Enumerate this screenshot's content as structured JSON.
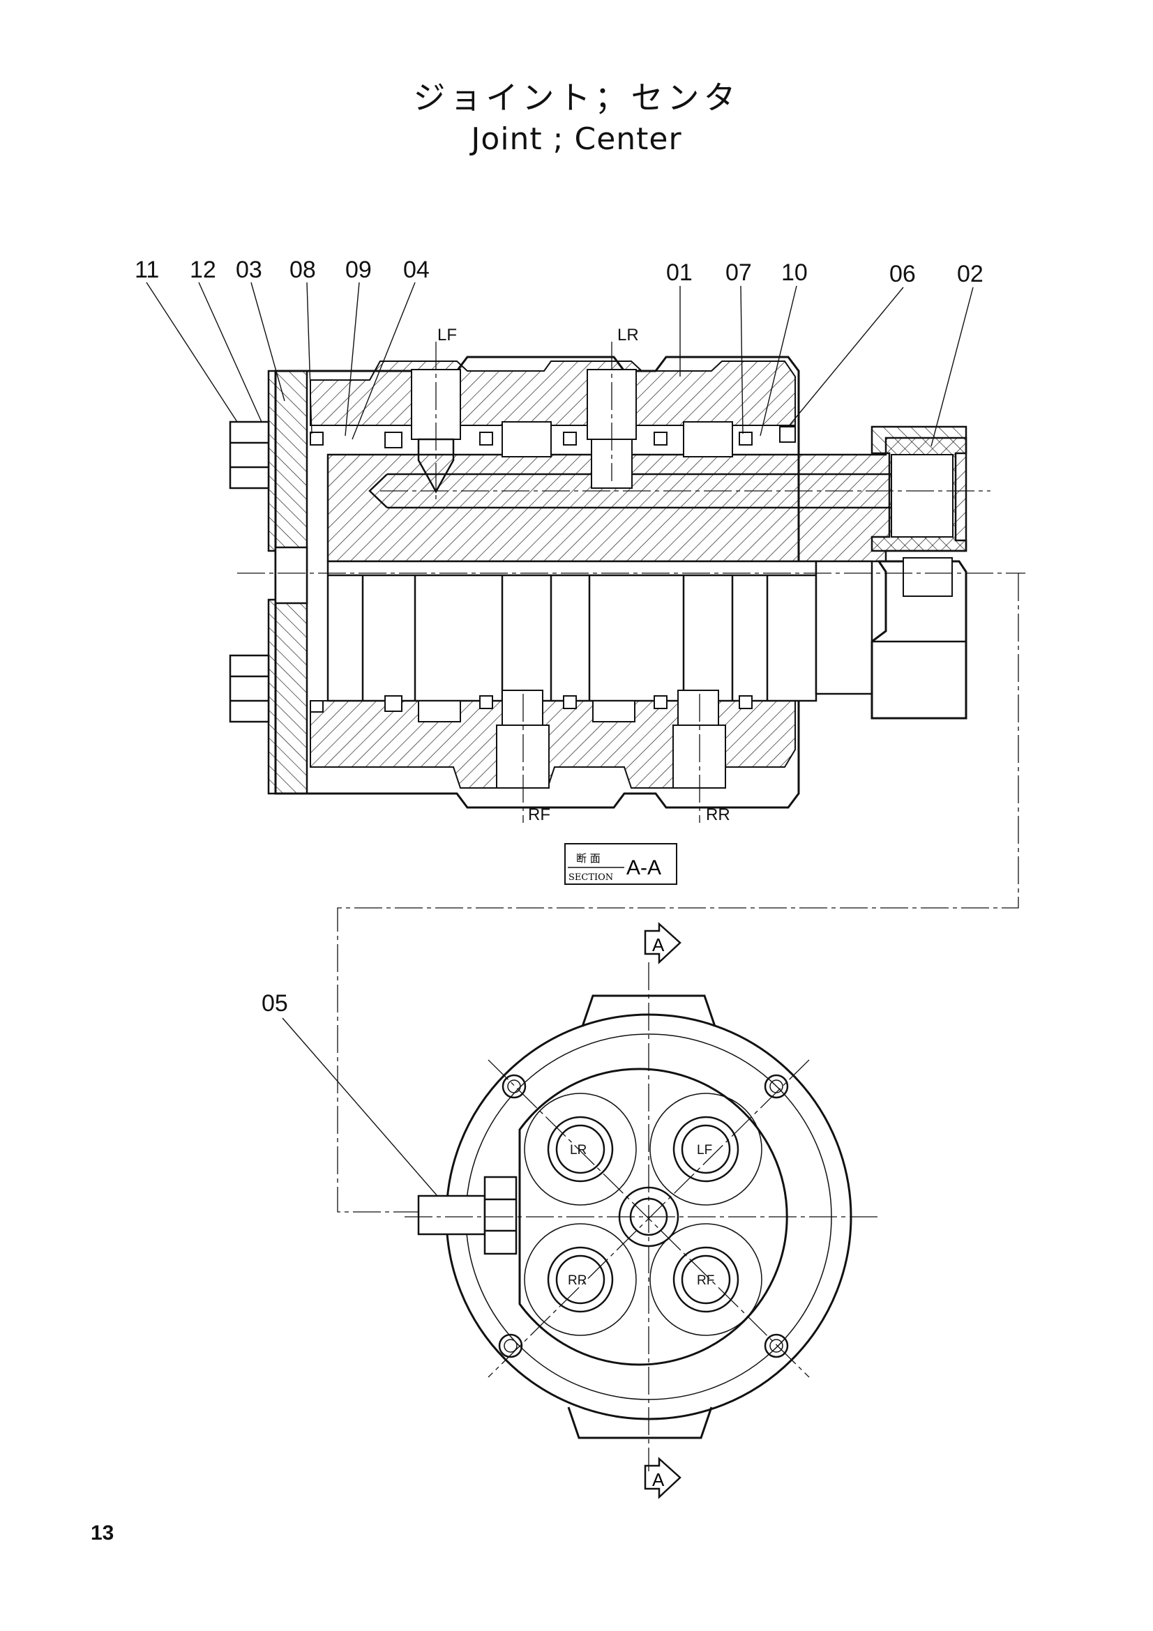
{
  "title": {
    "japanese": "ジョイント；センタ",
    "english": "Joint ; Center"
  },
  "part_labels": [
    "11",
    "12",
    "03",
    "08",
    "09",
    "04",
    "01",
    "07",
    "10",
    "06",
    "02",
    "05"
  ],
  "port_labels": {
    "left_front": "LF",
    "left_rear": "LR",
    "right_front": "RF",
    "right_rear": "RR"
  },
  "end_view_port_labels": [
    "LR",
    "LF",
    "RR",
    "RF"
  ],
  "section_box": {
    "japanese": "断 面",
    "english": "SECTION",
    "name": "A-A"
  },
  "section_markers": [
    "A",
    "A"
  ],
  "page_number": "13"
}
